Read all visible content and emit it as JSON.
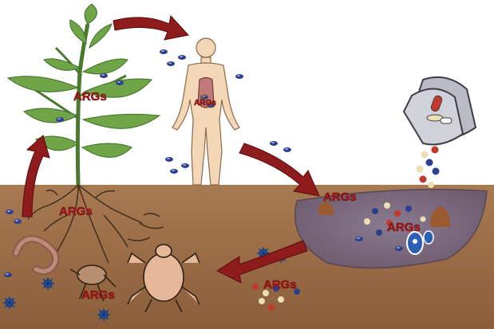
{
  "labels": {
    "plant": "ARGs",
    "human": "ARGs",
    "roots": "ARGs",
    "lagoon_left": "ARGs",
    "lagoon_right": "ARGs",
    "soil_fauna": "ARGs",
    "soil_return": "ARGs"
  },
  "colors": {
    "sky": "#ffffff",
    "soil": "#a87a52",
    "soil_deep": "#8b5e3b",
    "lagoon": "#7b6a7e",
    "arrow": "#8e1c1c",
    "leaf": "#6fa447",
    "leaf_dark": "#3f6e2a",
    "skin": "#f3d7b7",
    "bacteria_blue": "#2c3f8f",
    "bacteria_red": "#c0392b",
    "pellet_cream": "#ece0b3",
    "manure": "#9a5a2f"
  },
  "icons": [
    "plant",
    "human-figure",
    "pill-bag-icon",
    "earthworm",
    "mite",
    "springtail",
    "bacteria-icon",
    "manure-pile"
  ]
}
